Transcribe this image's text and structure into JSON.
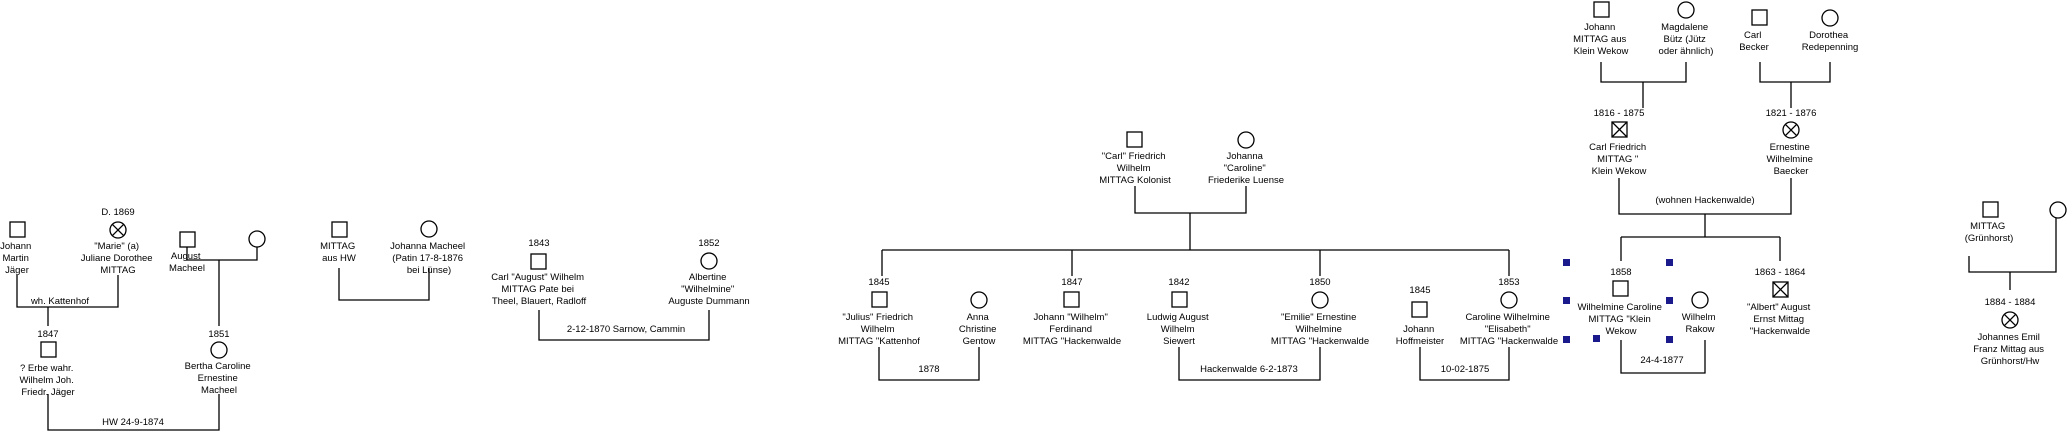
{
  "people": {
    "johann_jaeger": [
      "Johann",
      "Martin",
      "Jäger"
    ],
    "juliane_mittag_date": "D. 1869",
    "juliane_mittag": [
      "\"Marie\" (a)",
      "Juliane Dorothee",
      "MITTAG"
    ],
    "jaeger_child_date": "1847",
    "jaeger_child": [
      "? Erbe wahr.",
      "Wilhelm Joh.",
      "Friedr. Jäger"
    ],
    "august_macheel": [
      "August",
      "Macheel"
    ],
    "bertha_date": "1851",
    "bertha": [
      "Bertha Caroline",
      "Ernestine",
      "Macheel"
    ],
    "mittag_hw": [
      "MITTAG",
      "aus HW"
    ],
    "johanna_macheel": [
      "Johanna  Macheel",
      "(Patin 17-8-1876",
      "bei Lünse)"
    ],
    "carl_august_date": "1843",
    "carl_august": [
      "Carl \"August\" Wilhelm",
      "MITTAG Pate bei",
      "Theel, Blauert, Radloff"
    ],
    "albertine_date": "1852",
    "albertine": [
      "Albertine",
      "\"Wilhelmine\"",
      "Auguste Dummann"
    ],
    "carl_friedrich_kolonist": [
      "\"Carl\"  Friedrich",
      "Wilhelm",
      "MITTAG Kolonist"
    ],
    "johanna_luense": [
      "Johanna",
      "\"Caroline\"",
      "Friederike Luense"
    ],
    "julius_date": "1845",
    "julius": [
      "\"Julius\" Friedrich",
      "Wilhelm",
      "MITTAG \"Kattenhof"
    ],
    "anna_gentow": [
      "Anna",
      "Christine",
      "Gentow"
    ],
    "johann_wilhelm_date": "1847",
    "johann_wilhelm": [
      "Johann \"Wilhelm\"",
      "Ferdinand",
      "MITTAG \"Hackenwalde"
    ],
    "ludwig_date": "1842",
    "ludwig": [
      "Ludwig August",
      "Wilhelm",
      "Siewert"
    ],
    "emilie_date": "1850",
    "emilie": [
      "\"Emilie\" Ernestine",
      "Wilhelmine",
      "MITTAG \"Hackenwalde"
    ],
    "johann_hoffmeister_date": "1845",
    "johann_hoffmeister": [
      "Johann",
      "Hoffmeister"
    ],
    "elisabeth_date": "1853",
    "elisabeth": [
      "Caroline Wilhelmine",
      "\"Elisabeth\"",
      "MITTAG \"Hackenwalde"
    ],
    "johann_mittag_kw": [
      "Johann",
      "MITTAG aus",
      "Klein Wekow"
    ],
    "magdalene_buetz": [
      "Magdalene",
      "Bütz (Jütz",
      "oder ähnlich)"
    ],
    "carl_becker": [
      "Carl",
      "Becker"
    ],
    "dorothea_redepenning": [
      "Dorothea",
      "Redepenning"
    ],
    "carl_friedrich_kw_date": "1816 - 1875",
    "carl_friedrich_kw": [
      "Carl Friedrich",
      "MITTAG \"",
      "Klein Wekow"
    ],
    "ernestine_baecker_date": "1821 - 1876",
    "ernestine_baecker": [
      "Ernestine",
      "Wilhelmine",
      "Baecker"
    ],
    "wilhelmine_caroline_date": "1858",
    "wilhelmine_caroline": [
      "Wilhelmine Caroline",
      "MITTAG \"Klein",
      "Wekow"
    ],
    "wilhelm_rakow": [
      "Wilhelm",
      "Rakow"
    ],
    "albert_date": "1863 - 1864",
    "albert": [
      "\"Albert\" August",
      "Ernst Mittag",
      "\"Hackenwalde"
    ],
    "mittag_gruenhorst": [
      "MITTAG",
      "(Grünhorst)"
    ],
    "johannes_emil_date": "1884 - 1884",
    "johannes_emil": [
      "Johannes Emil",
      "Franz Mittag aus",
      "Grünhorst/Hw"
    ]
  },
  "unions": {
    "jaeger_mittag": "wh. Kattenhof",
    "jaeger_macheel": "HW 24-9-1874",
    "carl_albertine": "2-12-1870 Sarnow, Cammin",
    "julius_anna": "1878",
    "ludwig_emilie": "Hackenwalde 6-2-1873",
    "hoffmeister_elisabeth": "10-02-1875",
    "carl_friedrich_ernestine": "(wohnen Hackenwalde)",
    "wilhelmine_rakow": "24-4-1877"
  }
}
